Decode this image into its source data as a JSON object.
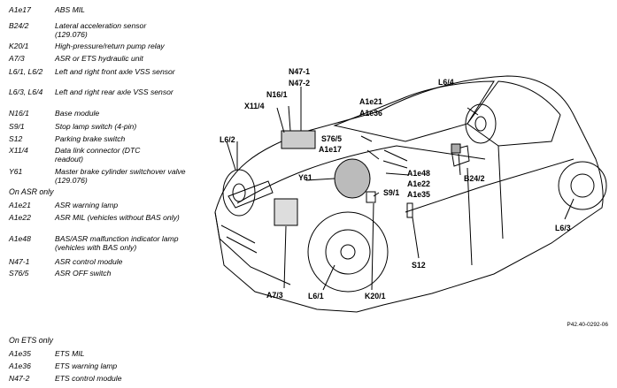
{
  "legend_main": [
    {
      "code": "A1e17",
      "desc": "ABS MIL"
    },
    {
      "code": "B24/2",
      "desc": "Lateral acceleration sensor (129.076)"
    },
    {
      "code": "K20/1",
      "desc": "High-pressure/return pump relay"
    },
    {
      "code": "A7/3",
      "desc": "ASR or ETS hydraulic unit"
    },
    {
      "code": "L6/1, L6/2",
      "desc": "Left and right front axle VSS sensor"
    },
    {
      "code": "L6/3, L6/4",
      "desc": "Left and right rear axle VSS sensor"
    },
    {
      "code": "N16/1",
      "desc": "Base module"
    },
    {
      "code": "S9/1",
      "desc": "Stop lamp switch (4-pin)"
    },
    {
      "code": "S12",
      "desc": "Parking brake switch"
    },
    {
      "code": "X11/4",
      "desc": "Data link connector (DTC readout)"
    },
    {
      "code": "Y61",
      "desc": "Master brake cylinder switchover valve (129.076)"
    }
  ],
  "asr_heading": "On ASR only",
  "legend_asr": [
    {
      "code": "A1e21",
      "desc": "ASR warning lamp"
    },
    {
      "code": "A1e22",
      "desc": "ASR MIL (vehicles without BAS only)"
    },
    {
      "code": "A1e48",
      "desc": "BAS/ASR malfunction indicator lamp (vehicles with BAS only)"
    },
    {
      "code": "N47-1",
      "desc": "ASR control module"
    },
    {
      "code": "S76/5",
      "desc": "ASR OFF switch"
    }
  ],
  "ets_heading": "On ETS only",
  "legend_ets": [
    {
      "code": "A1e35",
      "desc": "ETS MIL"
    },
    {
      "code": "A1e36",
      "desc": "ETS warning lamp"
    },
    {
      "code": "N47-2",
      "desc": "ETS control module"
    }
  ],
  "callouts": {
    "n47_1": "N47-1",
    "n47_2": "N47-2",
    "n16_1": "N16/1",
    "x11_4": "X11/4",
    "a1e21": "A1e21",
    "a1e36": "A1e36",
    "s76_5": "S76/5",
    "a1e17": "A1e17",
    "l6_4": "L6/4",
    "l6_2": "L6/2",
    "y61": "Y61",
    "a1e48": "A1e48",
    "a1e22": "A1e22",
    "a1e35": "A1e35",
    "s9_1": "S9/1",
    "b24_2": "B24/2",
    "l6_3": "L6/3",
    "s12": "S12",
    "a7_3": "A7/3",
    "l6_1": "L6/1",
    "k20_1": "K20/1"
  },
  "figure_ref": "P42.40-0292-06"
}
